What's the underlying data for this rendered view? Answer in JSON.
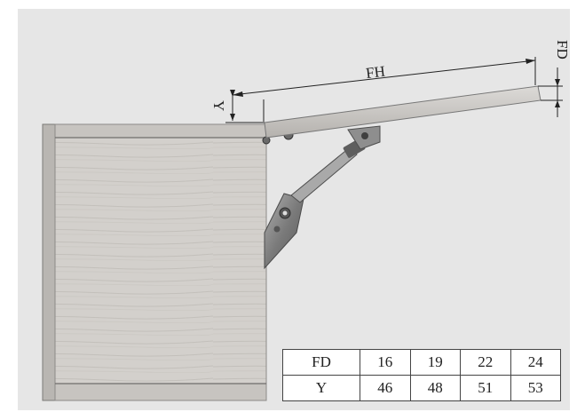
{
  "diagram": {
    "labels": {
      "fh": "FH",
      "fd": "FD",
      "y": "Y"
    },
    "table": {
      "rows": [
        {
          "label": "FD",
          "values": [
            "16",
            "19",
            "22",
            "24"
          ]
        },
        {
          "label": "Y",
          "values": [
            "46",
            "48",
            "51",
            "53"
          ]
        }
      ]
    },
    "colors": {
      "background": "#e6e6e6",
      "cabinet": "#d2cfcb",
      "cabinet_edge": "#8c8a88",
      "door": "#c9c7c4",
      "mechanism": "#7d7d7d",
      "line": "#222222"
    }
  }
}
